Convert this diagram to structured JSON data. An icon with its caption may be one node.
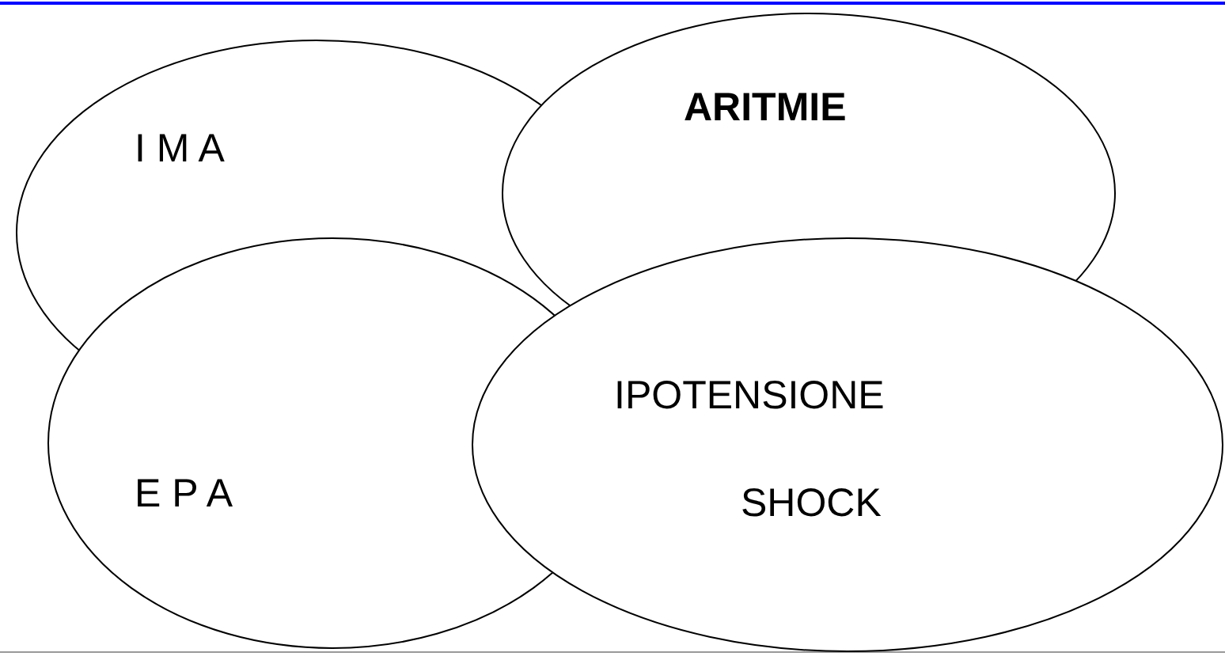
{
  "diagram": {
    "nodes": [
      {
        "text": [
          "I M A"
        ]
      },
      {
        "text": [
          "ARITMIE"
        ]
      },
      {
        "text": [
          "E P A"
        ]
      },
      {
        "text": [
          "IPOTENSIONE",
          "SHOCK"
        ]
      }
    ]
  }
}
